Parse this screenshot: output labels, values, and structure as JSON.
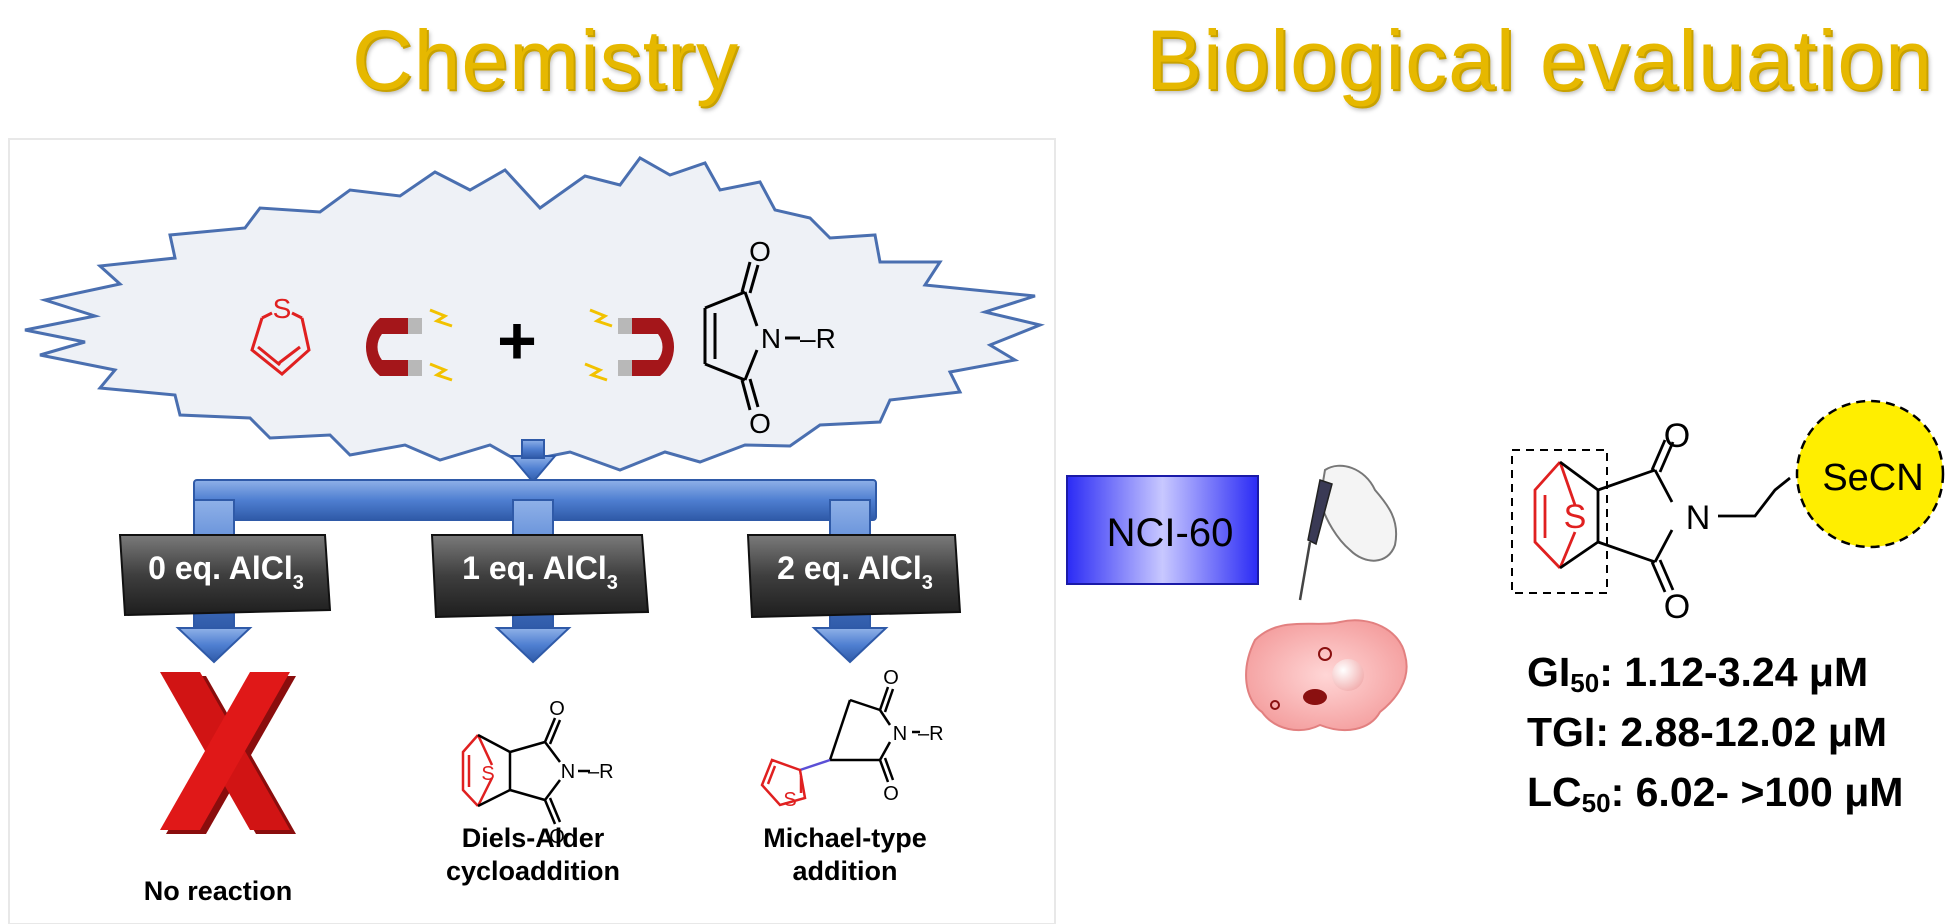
{
  "headings": {
    "chemistry": "Chemistry",
    "biological": "Biological evaluation"
  },
  "reaction": {
    "heteroatom": "S",
    "plus": "+",
    "maleimide_o_top": "O",
    "maleimide_o_bottom": "O",
    "maleimide_n": "N",
    "maleimide_r": "–R"
  },
  "branches": [
    {
      "eq": "0 eq. AlCl",
      "sub": "3",
      "outcome": "No reaction",
      "outcome2": ""
    },
    {
      "eq": "1 eq. AlCl",
      "sub": "3",
      "outcome": "Diels-Alder",
      "outcome2": "cycloaddition"
    },
    {
      "eq": "2 eq. AlCl",
      "sub": "3",
      "outcome": "Michael-type",
      "outcome2": "addition"
    }
  ],
  "product_labels": {
    "da_s": "S",
    "da_o1": "O",
    "da_o2": "O",
    "da_n": "N",
    "da_r": "–R",
    "mi_s": "S",
    "mi_o1": "O",
    "mi_o2": "O",
    "mi_n": "N",
    "mi_r": "–R"
  },
  "biology": {
    "panel": "NCI-60",
    "lead_s": "S",
    "lead_o1": "O",
    "lead_o2": "O",
    "lead_n": "N",
    "lead_group": "SeCN",
    "stats": [
      {
        "pre": "GI",
        "sub": "50",
        "post": ": 1.12-3.24 μM"
      },
      {
        "pre": "TGI",
        "sub": "",
        "post": ": 2.88-12.02 μM"
      },
      {
        "pre": "LC",
        "sub": "50",
        "post": ": 6.02- >100 μM"
      }
    ]
  },
  "colors": {
    "heading": "#e6b800",
    "arrow_blue": "#4472c4",
    "red_x": "#cc1111",
    "thiophene_red": "#e02020",
    "magnet": "#a4161a",
    "selenocyanate": "#ffee00",
    "nci_panel": "#3d3dff"
  }
}
